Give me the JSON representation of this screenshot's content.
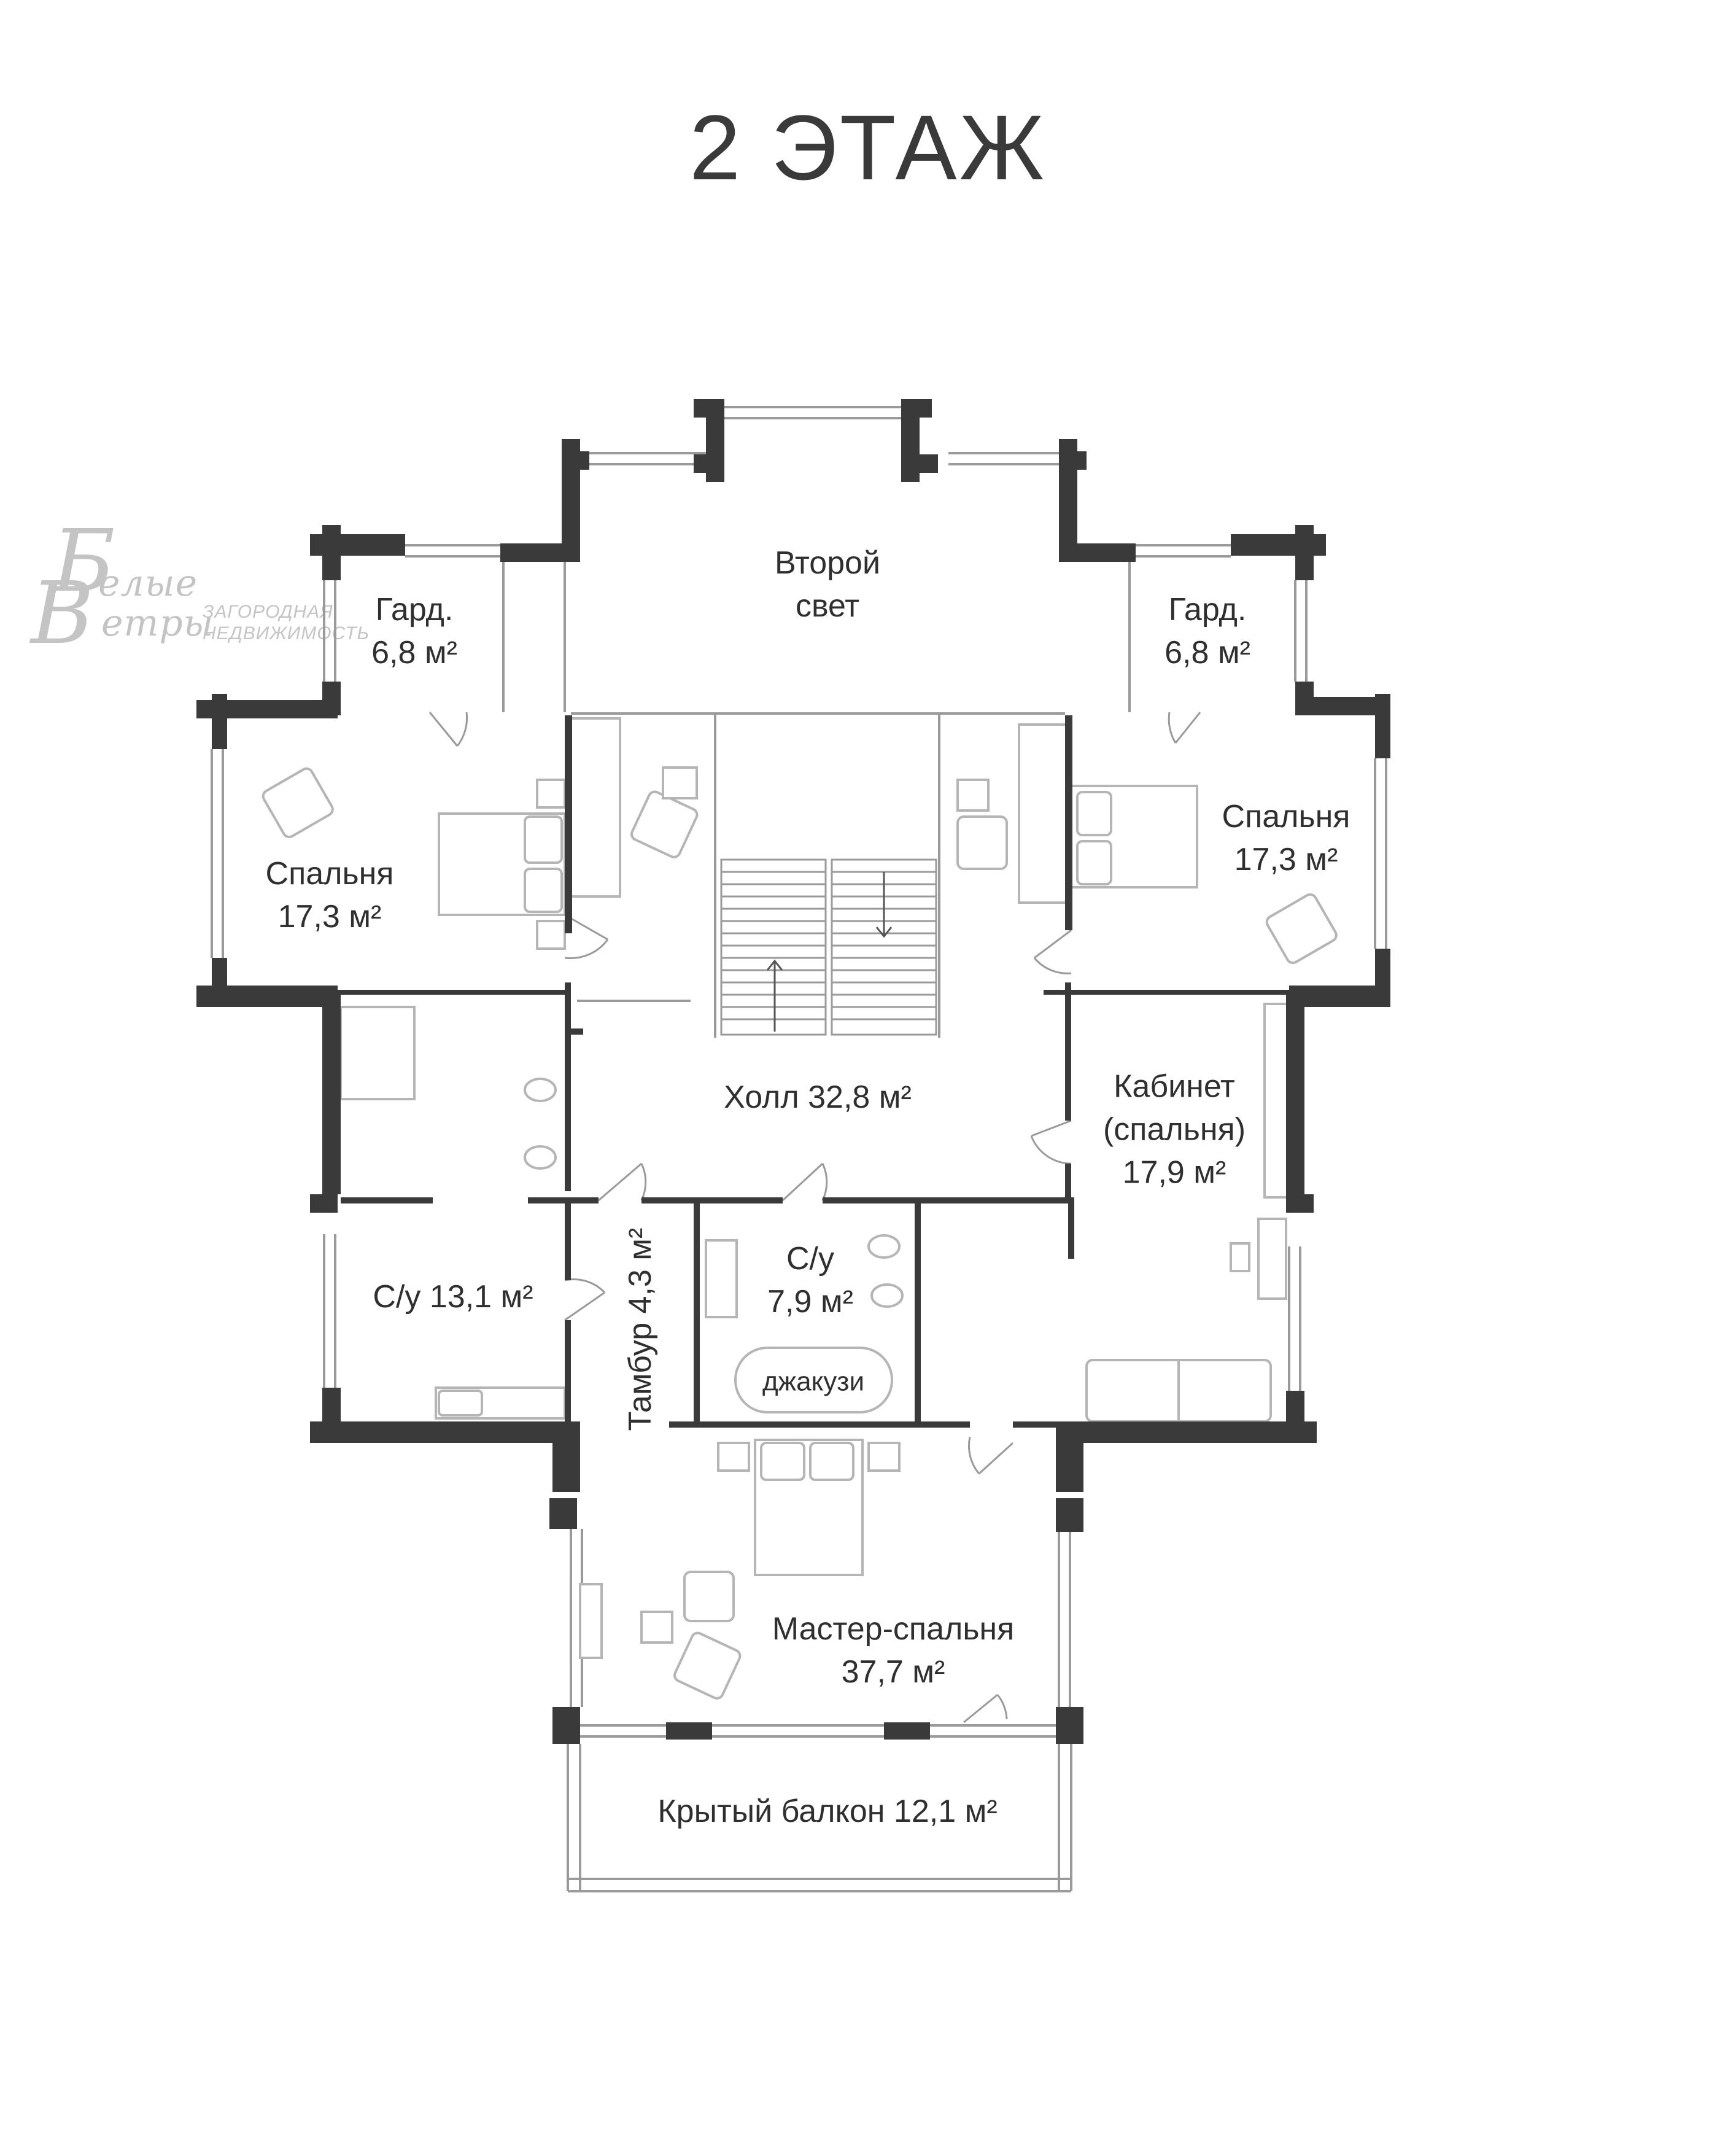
{
  "title": "2 ЭТАЖ",
  "logo": {
    "line1_initial": "Б",
    "line1": "елые",
    "line2_initial": "В",
    "line2": "етры",
    "tagline1": "ЗАГОРОДНАЯ",
    "tagline2": "НЕДВИЖИМОСТЬ"
  },
  "rooms": {
    "second_light": "Второй\nсвет",
    "wardrobe_left": "Гард.\n6,8 м²",
    "wardrobe_right": "Гард.\n6,8 м²",
    "bedroom_left": "Спальня\n17,3 м²",
    "bedroom_right": "Спальня\n17,3 м²",
    "hall": "Холл 32,8 м²",
    "office": "Кабинет\n(спальня)\n17,9 м²",
    "bath_left": "С/у 13,1 м²",
    "vestibule": "Тамбур 4,3 м²",
    "bath_center": "С/у\n7,9 м²",
    "jacuzzi": "джакузи",
    "master_bedroom": "Мастер-спальня\n37,7 м²",
    "balcony": "Крытый балкон 12,1 м²"
  },
  "colors": {
    "wall": "#3a3a3a",
    "thin_line": "#9a9a9a",
    "furniture": "#b5b5b5",
    "text": "#2f2f2f",
    "logo": "#c4c4c4"
  }
}
